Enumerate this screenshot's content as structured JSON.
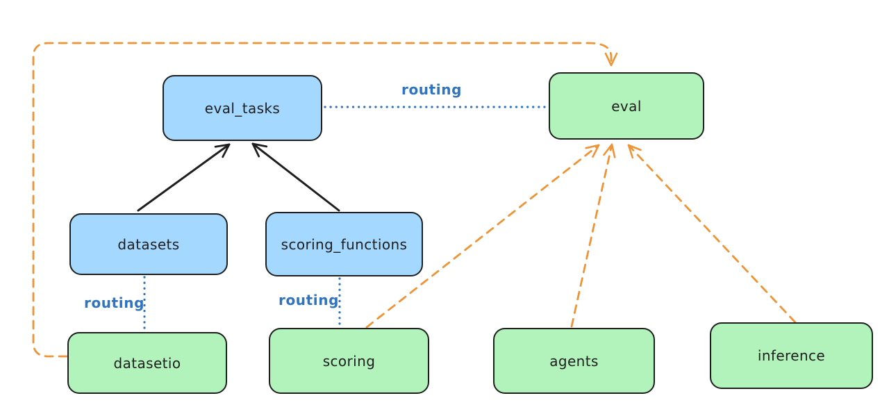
{
  "diagram": {
    "title": "",
    "colors": {
      "background": "#ffffff",
      "node_stroke": "#1e1e1e",
      "api_node_fill_blue": "#a5d8ff",
      "provider_node_fill_green": "#b2f2bb",
      "routing_line_blue": "#2e74c0",
      "dependency_line_orange": "#ee9436",
      "solid_arrow_black": "#1e1e1e"
    },
    "nodes": [
      {
        "id": "eval_tasks",
        "label": "eval_tasks",
        "fill": "blue"
      },
      {
        "id": "eval",
        "label": "eval",
        "fill": "green"
      },
      {
        "id": "datasets",
        "label": "datasets",
        "fill": "blue"
      },
      {
        "id": "scoring_functions",
        "label": "scoring_functions",
        "fill": "blue"
      },
      {
        "id": "datasetio",
        "label": "datasetio",
        "fill": "green"
      },
      {
        "id": "scoring",
        "label": "scoring",
        "fill": "green"
      },
      {
        "id": "agents",
        "label": "agents",
        "fill": "green"
      },
      {
        "id": "inference",
        "label": "inference",
        "fill": "green"
      }
    ],
    "edges": [
      {
        "from": "datasets",
        "to": "eval_tasks",
        "style": "solid-arrow",
        "color": "black",
        "label": ""
      },
      {
        "from": "scoring_functions",
        "to": "eval_tasks",
        "style": "solid-arrow",
        "color": "black",
        "label": ""
      },
      {
        "from": "eval_tasks",
        "to": "eval",
        "style": "dotted-line",
        "color": "blue",
        "label": "routing"
      },
      {
        "from": "datasets",
        "to": "datasetio",
        "style": "dotted-line",
        "color": "blue",
        "label": "routing"
      },
      {
        "from": "scoring_functions",
        "to": "scoring",
        "style": "dotted-line",
        "color": "blue",
        "label": "routing"
      },
      {
        "from": "datasetio",
        "to": "eval",
        "style": "dashed-arrow",
        "color": "orange",
        "label": ""
      },
      {
        "from": "scoring",
        "to": "eval",
        "style": "dashed-arrow",
        "color": "orange",
        "label": ""
      },
      {
        "from": "agents",
        "to": "eval",
        "style": "dashed-arrow",
        "color": "orange",
        "label": ""
      },
      {
        "from": "inference",
        "to": "eval",
        "style": "dashed-arrow",
        "color": "orange",
        "label": ""
      }
    ]
  }
}
